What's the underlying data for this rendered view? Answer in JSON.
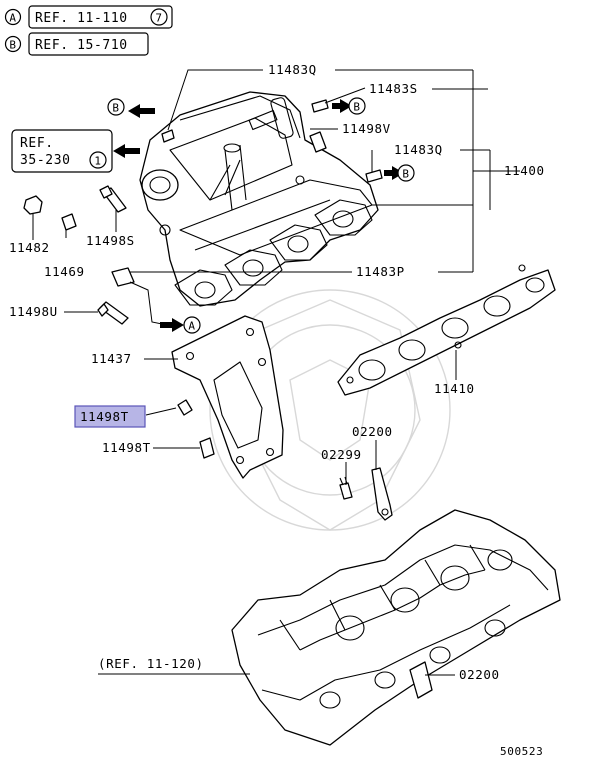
{
  "refs": {
    "a": {
      "marker": "A",
      "text": "REF. 11-110",
      "circled": "7"
    },
    "b": {
      "marker": "B",
      "text": "REF. 15-710"
    },
    "box": {
      "line1": "REF.",
      "line2": "35-230",
      "circled": "1"
    },
    "bottom": "(REF. 11-120)"
  },
  "arrows": {
    "b1": "B",
    "b2": "B",
    "b3": "B",
    "a1": "A"
  },
  "labels": {
    "p11483q_top": "11483Q",
    "p11483s": "11483S",
    "p11498v": "11498V",
    "p11483q_right": "11483Q",
    "p11400": "11400",
    "p11482": "11482",
    "p11498s": "11498S",
    "p11469": "11469",
    "p11483p": "11483P",
    "p11498u": "11498U",
    "p11437": "11437",
    "p11410": "11410",
    "p11498t_hl": "11498T",
    "p11498t": "11498T",
    "p02200_top": "02200",
    "p02299": "02299",
    "p02200_bottom": "02200"
  },
  "diagram_id": "500523",
  "colors": {
    "highlight_fill": "#b7b5e6",
    "highlight_stroke": "#5a55b8",
    "line": "#000000"
  }
}
